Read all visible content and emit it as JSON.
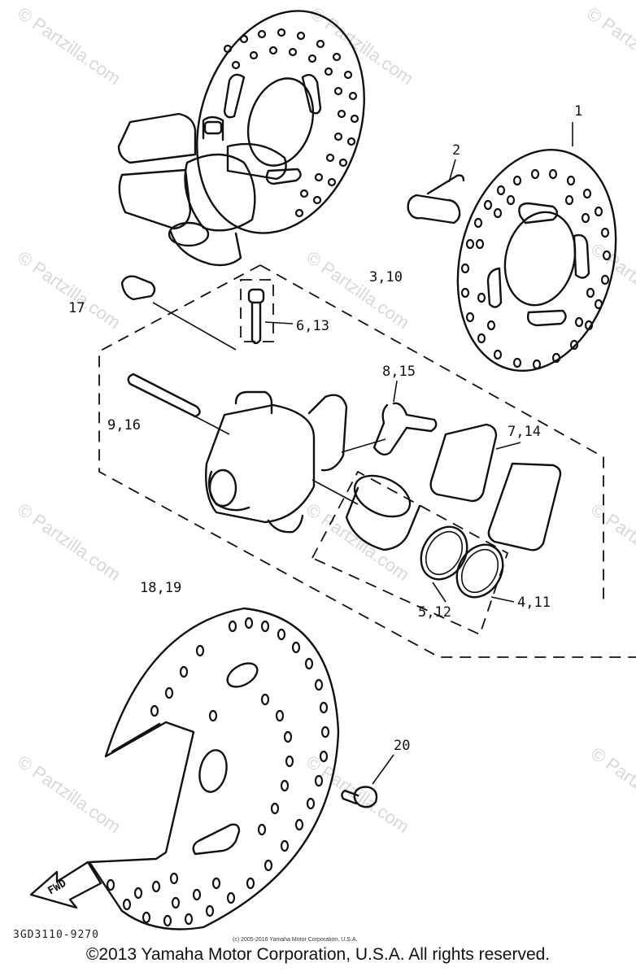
{
  "diagram": {
    "watermark": "© Partzilla.com",
    "callouts": {
      "c1": "1",
      "c2": "2",
      "c3_10": "3,10",
      "c4_11": "4,11",
      "c5_12": "5,12",
      "c6_13": "6,13",
      "c7_14": "7,14",
      "c8_15": "8,15",
      "c9_16": "9,16",
      "c17": "17",
      "c18_19": "18,19",
      "c20": "20"
    },
    "fwd_label": "FWD",
    "part_code": "3GD3110-9270",
    "small_copyright": "(c) 2005-2016 Yamaha Motor Corporation, U.S.A.",
    "copyright": "©2013 Yamaha Motor Corporation, U.S.A. All rights reserved."
  }
}
